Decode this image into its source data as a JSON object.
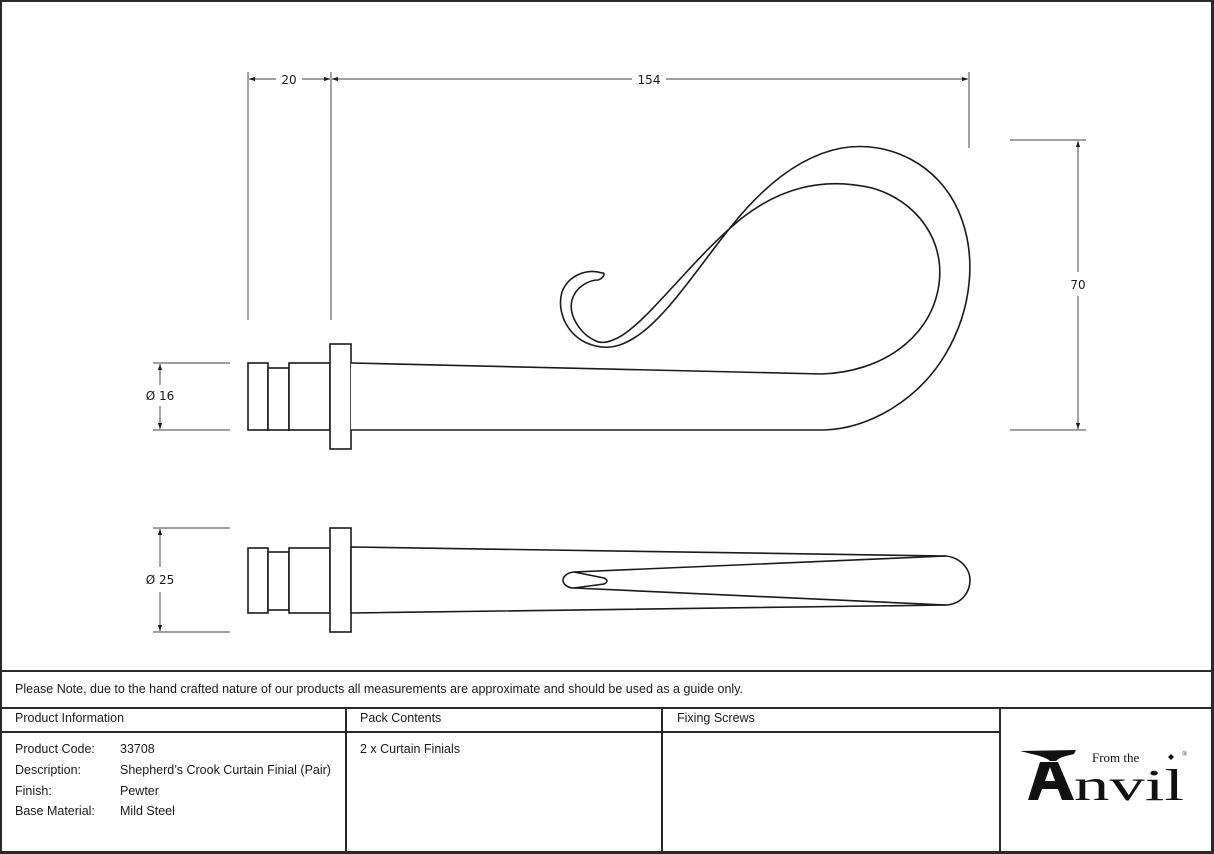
{
  "drawing": {
    "dimensions": {
      "top_left_length": "20",
      "top_main_length": "154",
      "height": "70",
      "diameter_small": "Ø 16",
      "diameter_large": "Ø 25"
    },
    "views": [
      "side-view",
      "top-view"
    ]
  },
  "note": "Please Note, due to the hand crafted nature of our products all measurements are approximate and should be used as a guide only.",
  "title_block": {
    "product_information": {
      "header": "Product Information",
      "rows": [
        {
          "label": "Product Code:",
          "value": "33708"
        },
        {
          "label": "Description:",
          "value": "Shepherd’s Crook Curtain Finial (Pair)"
        },
        {
          "label": "Finish:",
          "value": "Pewter"
        },
        {
          "label": "Base Material:",
          "value": "Mild Steel"
        }
      ]
    },
    "pack_contents": {
      "header": "Pack Contents",
      "items": [
        "2 x Curtain Finials"
      ]
    },
    "fixing_screws": {
      "header": "Fixing Screws",
      "items": []
    },
    "logo": {
      "small_text": "From the",
      "big_text": "Anvil",
      "registered": "®",
      "icon": "anvil-icon"
    }
  },
  "colors": {
    "line": "#1a1a1a",
    "dimension_line": "#555555",
    "border": "#2a2a2a",
    "background": "#ffffff"
  }
}
